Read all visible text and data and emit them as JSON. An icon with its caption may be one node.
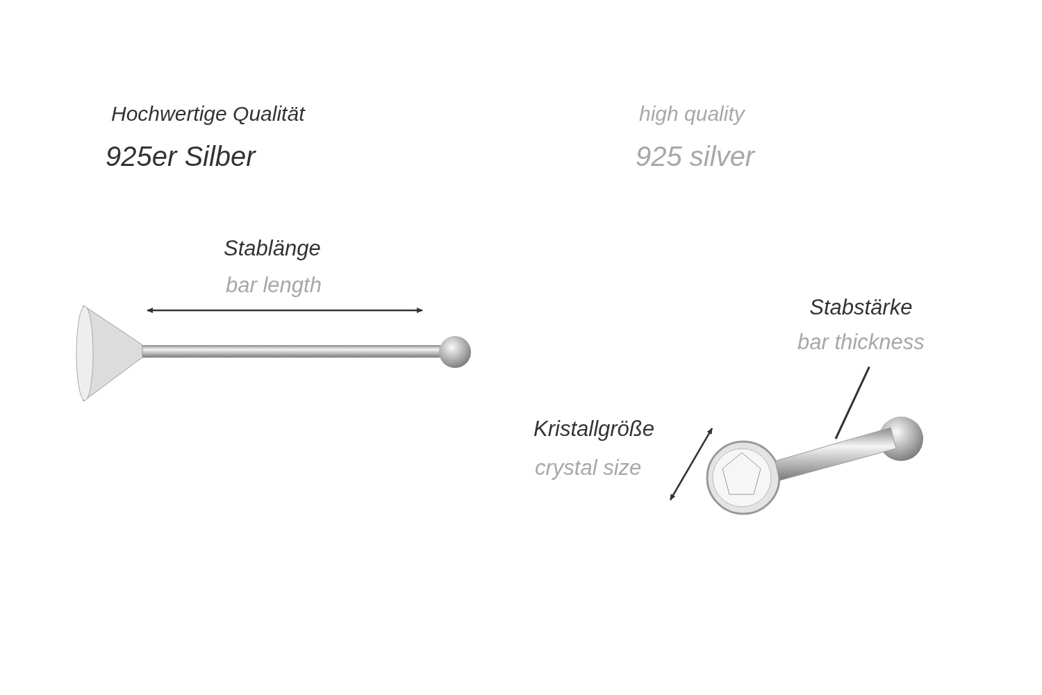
{
  "diagram": {
    "nodes": [
      {
        "text": [
          "Stabstärke",
          "bar thickness"
        ]
      },
      {
        "text": [],
        "shape": "picture"
      }
    ],
    "edges": [
      {
        "from": 0,
        "to": 1,
        "arrow": "none"
      }
    ],
    "labels": [
      "Hochwertige Qualität",
      "925er Silber",
      "high quality",
      "925 silver",
      "Stablänge",
      "bar length",
      "Kristallgröße",
      "crystal size"
    ]
  }
}
